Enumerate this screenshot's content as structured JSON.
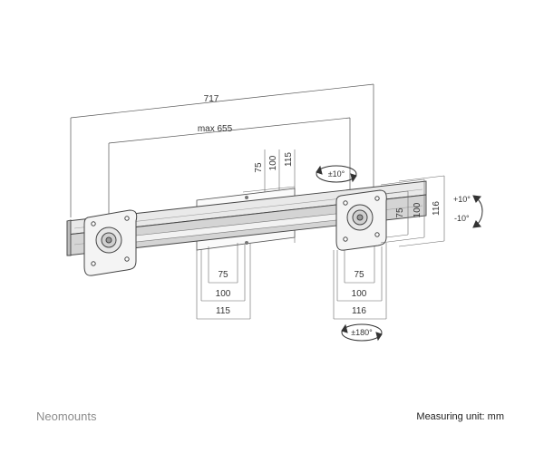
{
  "brand": "Neomounts",
  "footer": {
    "measuring_unit": "Measuring unit: mm"
  },
  "dimensions": {
    "overall_width": "717",
    "max_width": "max 655",
    "plate_75": "75",
    "plate_100": "100",
    "plate_115": "115",
    "vesa_75": "75",
    "vesa_100": "100",
    "vesa_116": "116"
  },
  "rotations": {
    "swivel": "±10°",
    "rotation": "±180°",
    "tilt_up": "+10°",
    "tilt_down": "-10°"
  }
}
